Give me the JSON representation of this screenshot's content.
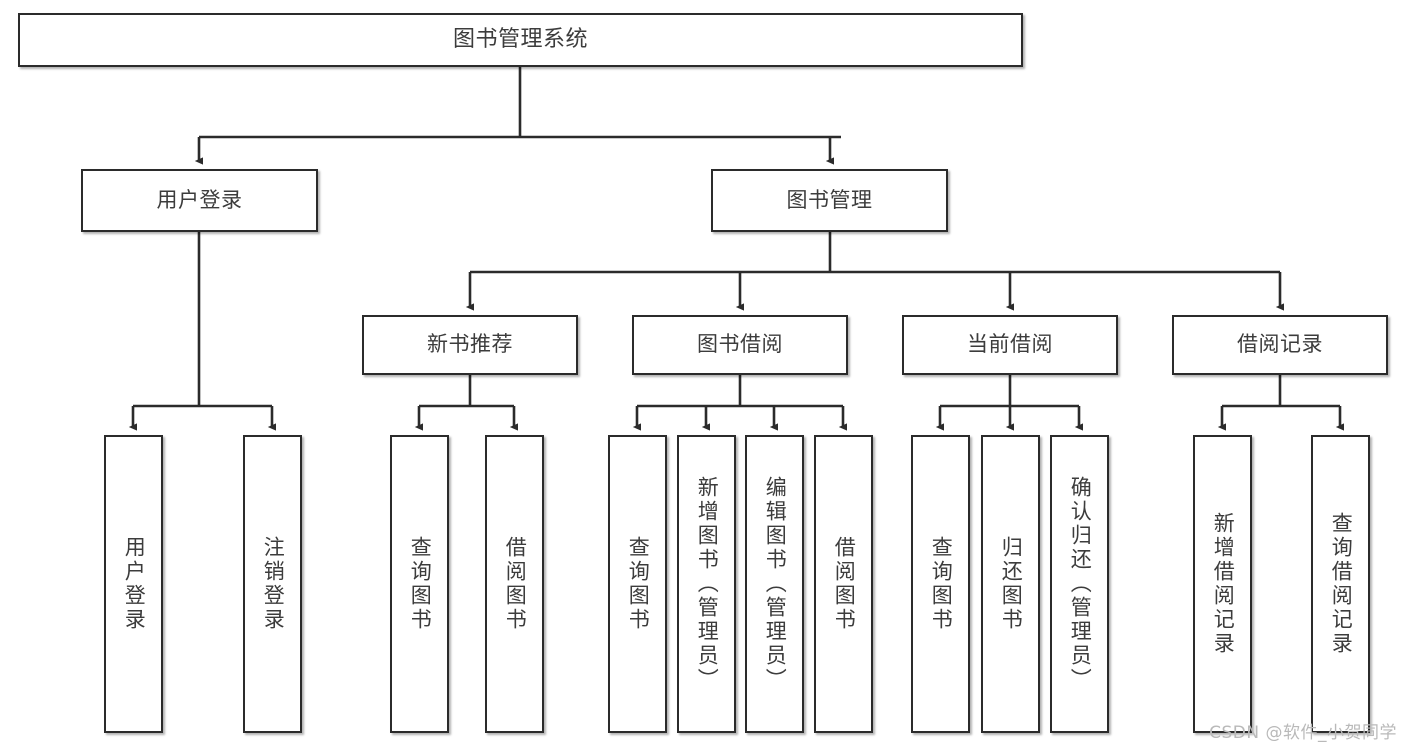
{
  "diagram": {
    "title": "图书管理系统",
    "type": "tree-structure-chart",
    "accent_color": "#2b2b2b",
    "text_color": "#3c3c3c",
    "background": "#ffffff",
    "watermark": "CSDN @软件_小贺同学"
  },
  "nodes": {
    "root": {
      "label": "图书管理系统"
    },
    "level2": [
      {
        "id": "user-login",
        "label": "用户登录"
      },
      {
        "id": "book-manage",
        "label": "图书管理"
      }
    ],
    "level3": [
      {
        "id": "new-book-recommend",
        "label": "新书推荐"
      },
      {
        "id": "book-borrow",
        "label": "图书借阅"
      },
      {
        "id": "current-borrow",
        "label": "当前借阅"
      },
      {
        "id": "borrow-record",
        "label": "借阅记录"
      }
    ],
    "leaves": {
      "user_login": [
        {
          "id": "leaf-user-login",
          "label": "用户登录"
        },
        {
          "id": "leaf-logout",
          "label": "注销登录"
        }
      ],
      "new_book_recommend": [
        {
          "id": "leaf-query-book-1",
          "label": "查询图书"
        },
        {
          "id": "leaf-borrow-book-1",
          "label": "借阅图书"
        }
      ],
      "book_borrow": [
        {
          "id": "leaf-query-book-2",
          "label": "查询图书"
        },
        {
          "id": "leaf-add-book",
          "label": "新增图书（管理员）"
        },
        {
          "id": "leaf-edit-book",
          "label": "编辑图书（管理员）"
        },
        {
          "id": "leaf-borrow-book-2",
          "label": "借阅图书"
        }
      ],
      "current_borrow": [
        {
          "id": "leaf-query-book-3",
          "label": "查询图书"
        },
        {
          "id": "leaf-return-book",
          "label": "归还图书"
        },
        {
          "id": "leaf-confirm-return",
          "label": "确认归还（管理员）"
        }
      ],
      "borrow_record": [
        {
          "id": "leaf-add-record",
          "label": "新增借阅记录"
        },
        {
          "id": "leaf-query-record",
          "label": "查询借阅记录"
        }
      ]
    }
  }
}
